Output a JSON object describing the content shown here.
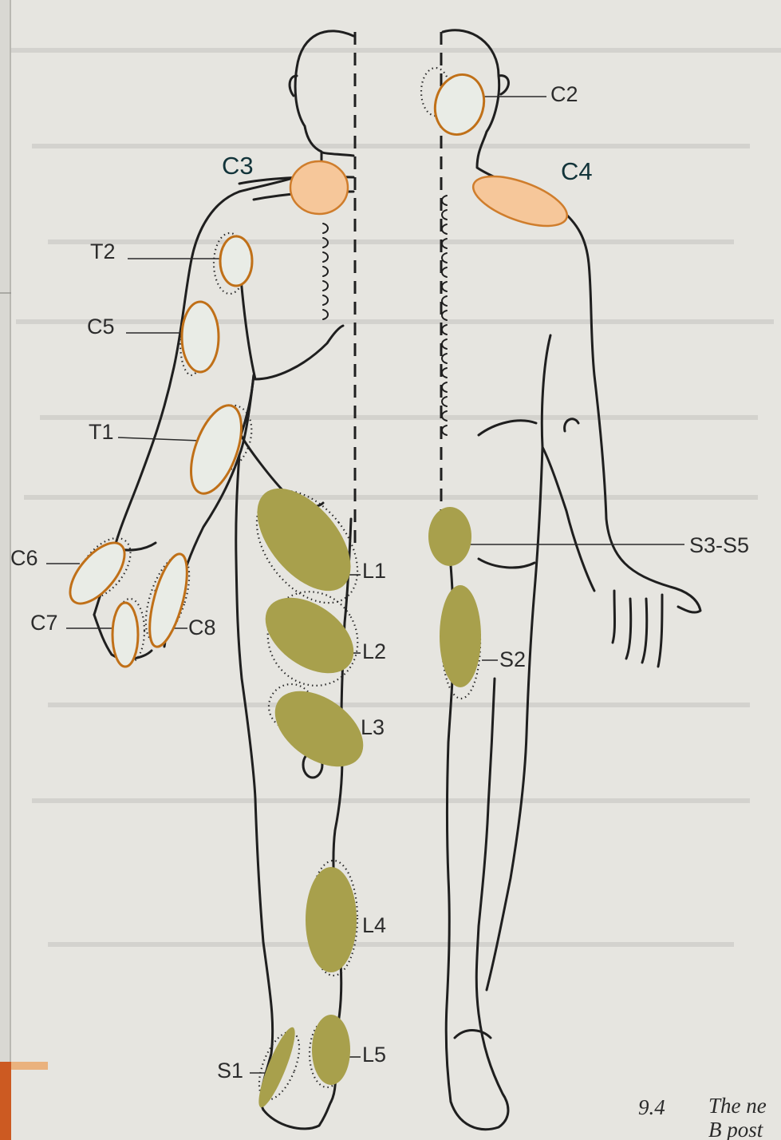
{
  "colors": {
    "background": "#e6e5e0",
    "upper_limb_zone_fill": "#e9ece6",
    "upper_limb_zone_stroke": "#c07018",
    "neck_zone_fill": "#f6c79a",
    "lower_limb_zone_fill": "#a8a04c"
  },
  "labels": {
    "c2": "C2",
    "c3": "C3",
    "c4": "C4",
    "t2": "T2",
    "c5": "C5",
    "t1": "T1",
    "c6": "C6",
    "c7": "C7",
    "c8": "C8",
    "l1": "L1",
    "l2": "L2",
    "l3": "L3",
    "l4": "L4",
    "l5": "L5",
    "s1": "S1",
    "s2": "S2",
    "s3s5": "S3-S5"
  },
  "caption": {
    "number": "9.4",
    "text": "The ne",
    "text_line2": "B post"
  }
}
